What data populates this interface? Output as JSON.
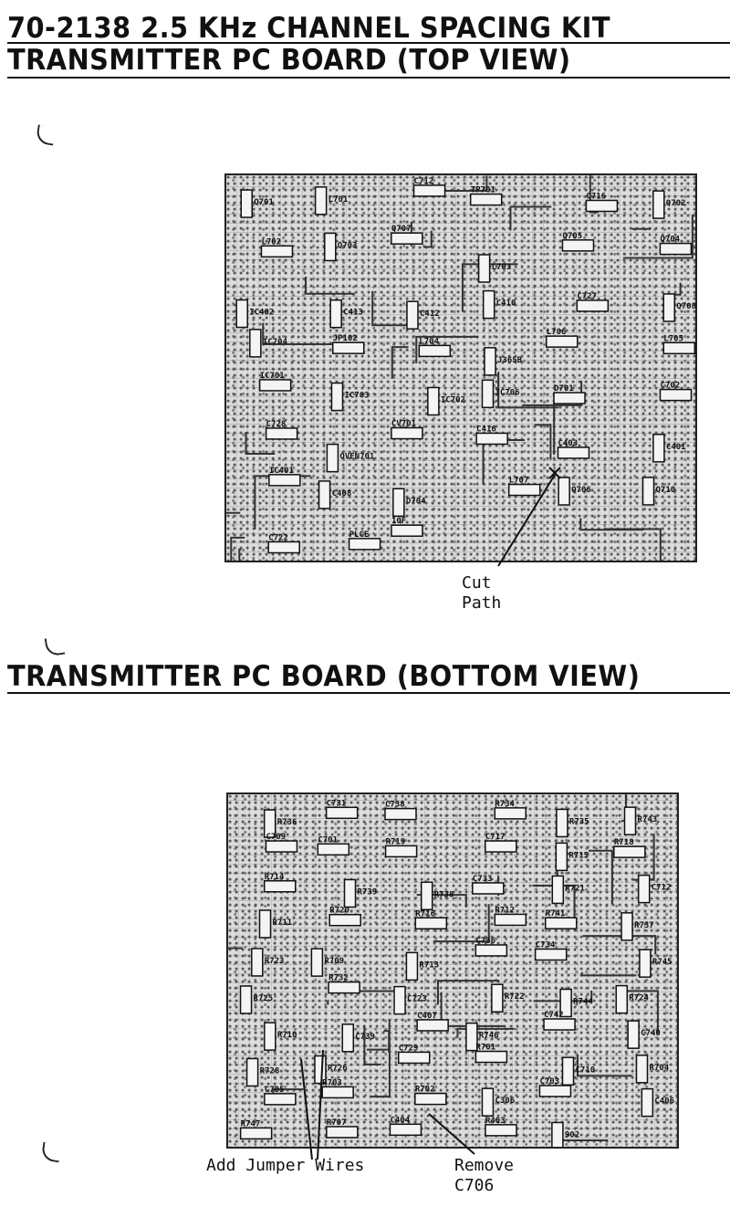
{
  "document": {
    "title_line1": "70-2138 2.5 KHz CHANNEL SPACING KIT",
    "title_line2": "TRANSMITTER PC BOARD (TOP VIEW)",
    "section2_title": "TRANSMITTER PC BOARD (BOTTOM VIEW)"
  },
  "top_view": {
    "callout_line1": "Cut",
    "callout_line2": "Path",
    "components": [
      "Q701",
      "L701",
      "C712",
      "TP701",
      "C716",
      "Q702",
      "L702",
      "Q703",
      "Q707",
      "L703",
      "Q705",
      "Q704",
      "IC402",
      "C413",
      "C412",
      "C410",
      "C727",
      "Q708",
      "IC704",
      "JP102",
      "L704",
      "J365B",
      "L706",
      "L705",
      "IC701",
      "IC703",
      "IC702",
      "IC706",
      "D701",
      "C702",
      "C728",
      "OVEN701",
      "CV701",
      "C416",
      "C403",
      "C401",
      "IC401",
      "C408",
      "D704",
      "L707",
      "Q706",
      "Q710",
      "C722",
      "PLCE",
      "10F"
    ]
  },
  "bottom_view": {
    "callout_add": "Add Jumper Wires",
    "callout_remove_line1": "Remove",
    "callout_remove_line2": "C706",
    "components": [
      "R736",
      "C731",
      "C738",
      "R734",
      "R735",
      "R743",
      "C709",
      "C701",
      "R719",
      "C717",
      "R715",
      "R718",
      "R714",
      "R739",
      "R738",
      "C733",
      "R721",
      "C712",
      "R711",
      "R720",
      "R716",
      "R712",
      "R741",
      "R737",
      "R723",
      "R709",
      "R713",
      "C736",
      "C734",
      "R745",
      "R725",
      "R732",
      "C723",
      "R722",
      "R744",
      "R724",
      "R710",
      "C739",
      "C407",
      "R746",
      "C742",
      "C740",
      "R728",
      "R726",
      "C729",
      "R701",
      "C710",
      "R704",
      "C705",
      "R703",
      "R702",
      "C306",
      "C703",
      "C406",
      "R747",
      "R707",
      "C404",
      "R403",
      "902"
    ]
  }
}
